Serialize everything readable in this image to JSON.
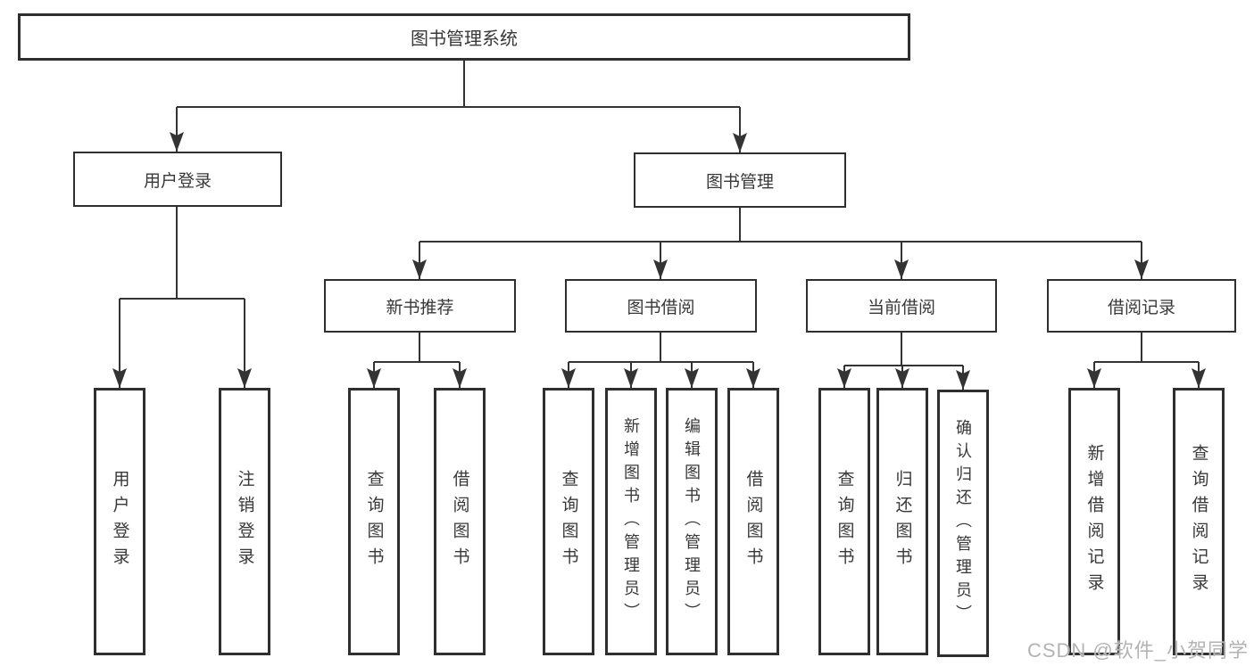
{
  "diagram": {
    "type": "hierarchy-tree",
    "colors": {
      "line": "#333333",
      "border": "#2f2f2f",
      "text": "#383838",
      "background": "#ffffff",
      "watermark": "#b3b3b3"
    },
    "root": {
      "label": "图书管理系统"
    },
    "branches": [
      {
        "label": "用户登录",
        "children": [
          {
            "label": "用户登录"
          },
          {
            "label": "注销登录"
          }
        ]
      },
      {
        "label": "图书管理",
        "groups": [
          {
            "label": "新书推荐",
            "children": [
              {
                "label": "查询图书"
              },
              {
                "label": "借阅图书"
              }
            ]
          },
          {
            "label": "图书借阅",
            "children": [
              {
                "label": "查询图书"
              },
              {
                "label": "新增图书（管理员）"
              },
              {
                "label": "编辑图书（管理员）"
              },
              {
                "label": "借阅图书"
              }
            ]
          },
          {
            "label": "当前借阅",
            "children": [
              {
                "label": "查询图书"
              },
              {
                "label": "归还图书"
              },
              {
                "label": "确认归还（管理员）"
              }
            ]
          },
          {
            "label": "借阅记录",
            "children": [
              {
                "label": "新增借阅记录"
              },
              {
                "label": "查询借阅记录"
              }
            ]
          }
        ]
      }
    ],
    "watermark": "CSDN @软件_小贺同学"
  }
}
